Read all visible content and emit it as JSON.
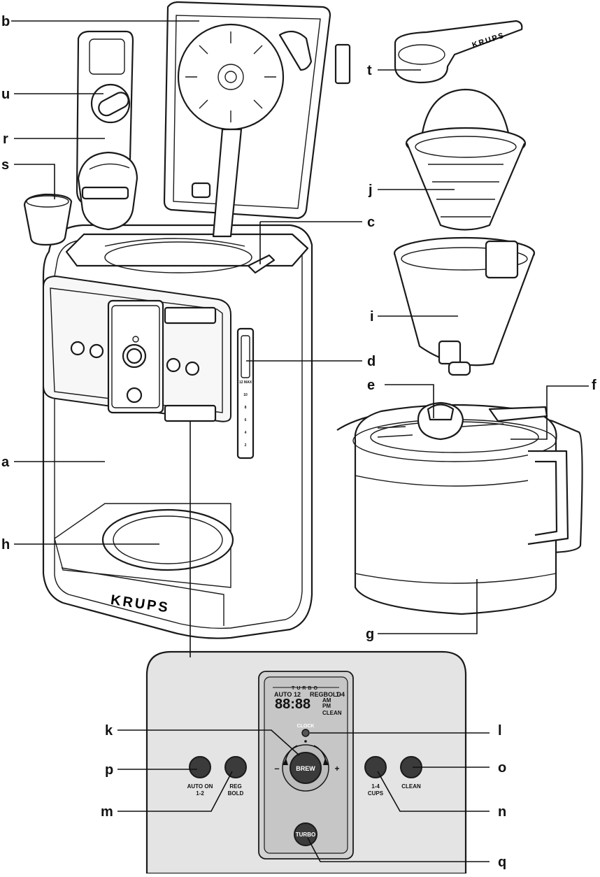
{
  "callouts": {
    "a": "a",
    "b": "b",
    "c": "c",
    "d": "d",
    "e": "e",
    "f": "f",
    "g": "g",
    "h": "h",
    "i": "i",
    "j": "j",
    "k": "k",
    "l": "l",
    "m": "m",
    "n": "n",
    "o": "o",
    "p": "p",
    "q": "q",
    "r": "r",
    "s": "s",
    "t": "t",
    "u": "u"
  },
  "brand": {
    "machine_logo": "KRUPS",
    "scoop_logo": "KRUPS"
  },
  "water_gauge": {
    "marks": [
      "12 MAX",
      "10",
      "8",
      "6",
      "4",
      "2"
    ]
  },
  "control_panel": {
    "display": {
      "turbo_label": "TURBO",
      "auto_label": "AUTO",
      "hours_label": "12",
      "regbold_label": "REGBOLD",
      "one_four_label": "1-4",
      "digits": "88:88",
      "am": "AM",
      "pm": "PM",
      "clean": "CLEAN"
    },
    "clock_label": "CLOCK",
    "brew_label": "BREW",
    "minus": "–",
    "plus": "+",
    "turbo_button": "TURBO",
    "auto_on_label": "AUTO ON",
    "auto_on_sub": "1-2",
    "reg_label": "REG",
    "bold_label": "BOLD",
    "cups_label": "1-4",
    "cups_sub": "CUPS",
    "clean_label": "CLEAN"
  }
}
